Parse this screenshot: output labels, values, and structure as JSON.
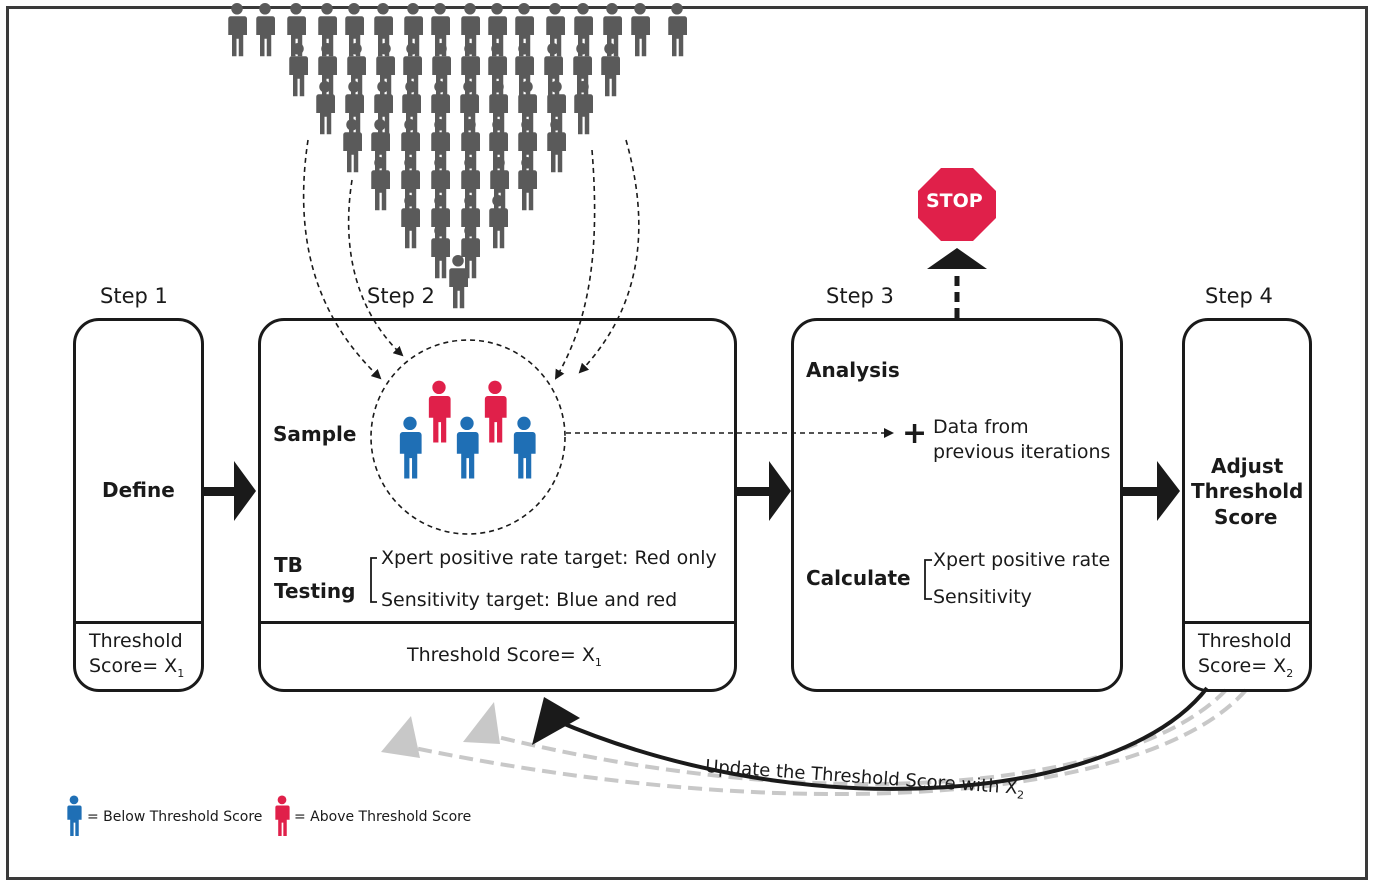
{
  "steps": {
    "step1": {
      "label": "Step 1",
      "title": "Define",
      "footer_line1": "Threshold",
      "footer_line2": "Score= X",
      "footer_sub": "1"
    },
    "step2": {
      "label": "Step 2",
      "sample_label": "Sample",
      "testing_line1": "TB",
      "testing_line2": "Testing",
      "target1": "Xpert positive rate target: Red only",
      "target2": "Sensitivity target: Blue and red",
      "footer": "Threshold Score= X",
      "footer_sub": "1"
    },
    "step3": {
      "label": "Step 3",
      "analysis": "Analysis",
      "plus": "+",
      "data_line1": "Data from",
      "data_line2": "previous iterations",
      "calculate": "Calculate",
      "calc1": "Xpert positive rate",
      "calc2": "Sensitivity"
    },
    "step4": {
      "label": "Step 4",
      "title_line1": "Adjust",
      "title_line2": "Threshold",
      "title_line3": "Score",
      "footer_line1": "Threshold",
      "footer_line2": "Score= X",
      "footer_sub": "2"
    }
  },
  "stop_sign": {
    "text": "STOP"
  },
  "update_arrow": {
    "text": "Update the Threshold Score with X",
    "sub": "2"
  },
  "legend": {
    "below": "= Below Threshold Score",
    "above": "= Above Threshold Score"
  },
  "colors": {
    "below": "#1f6fb5",
    "above": "#e0204a",
    "crowd": "#5a5a5a",
    "stop": "#e0204a",
    "ghost_arrow": "#c8c8c8"
  }
}
